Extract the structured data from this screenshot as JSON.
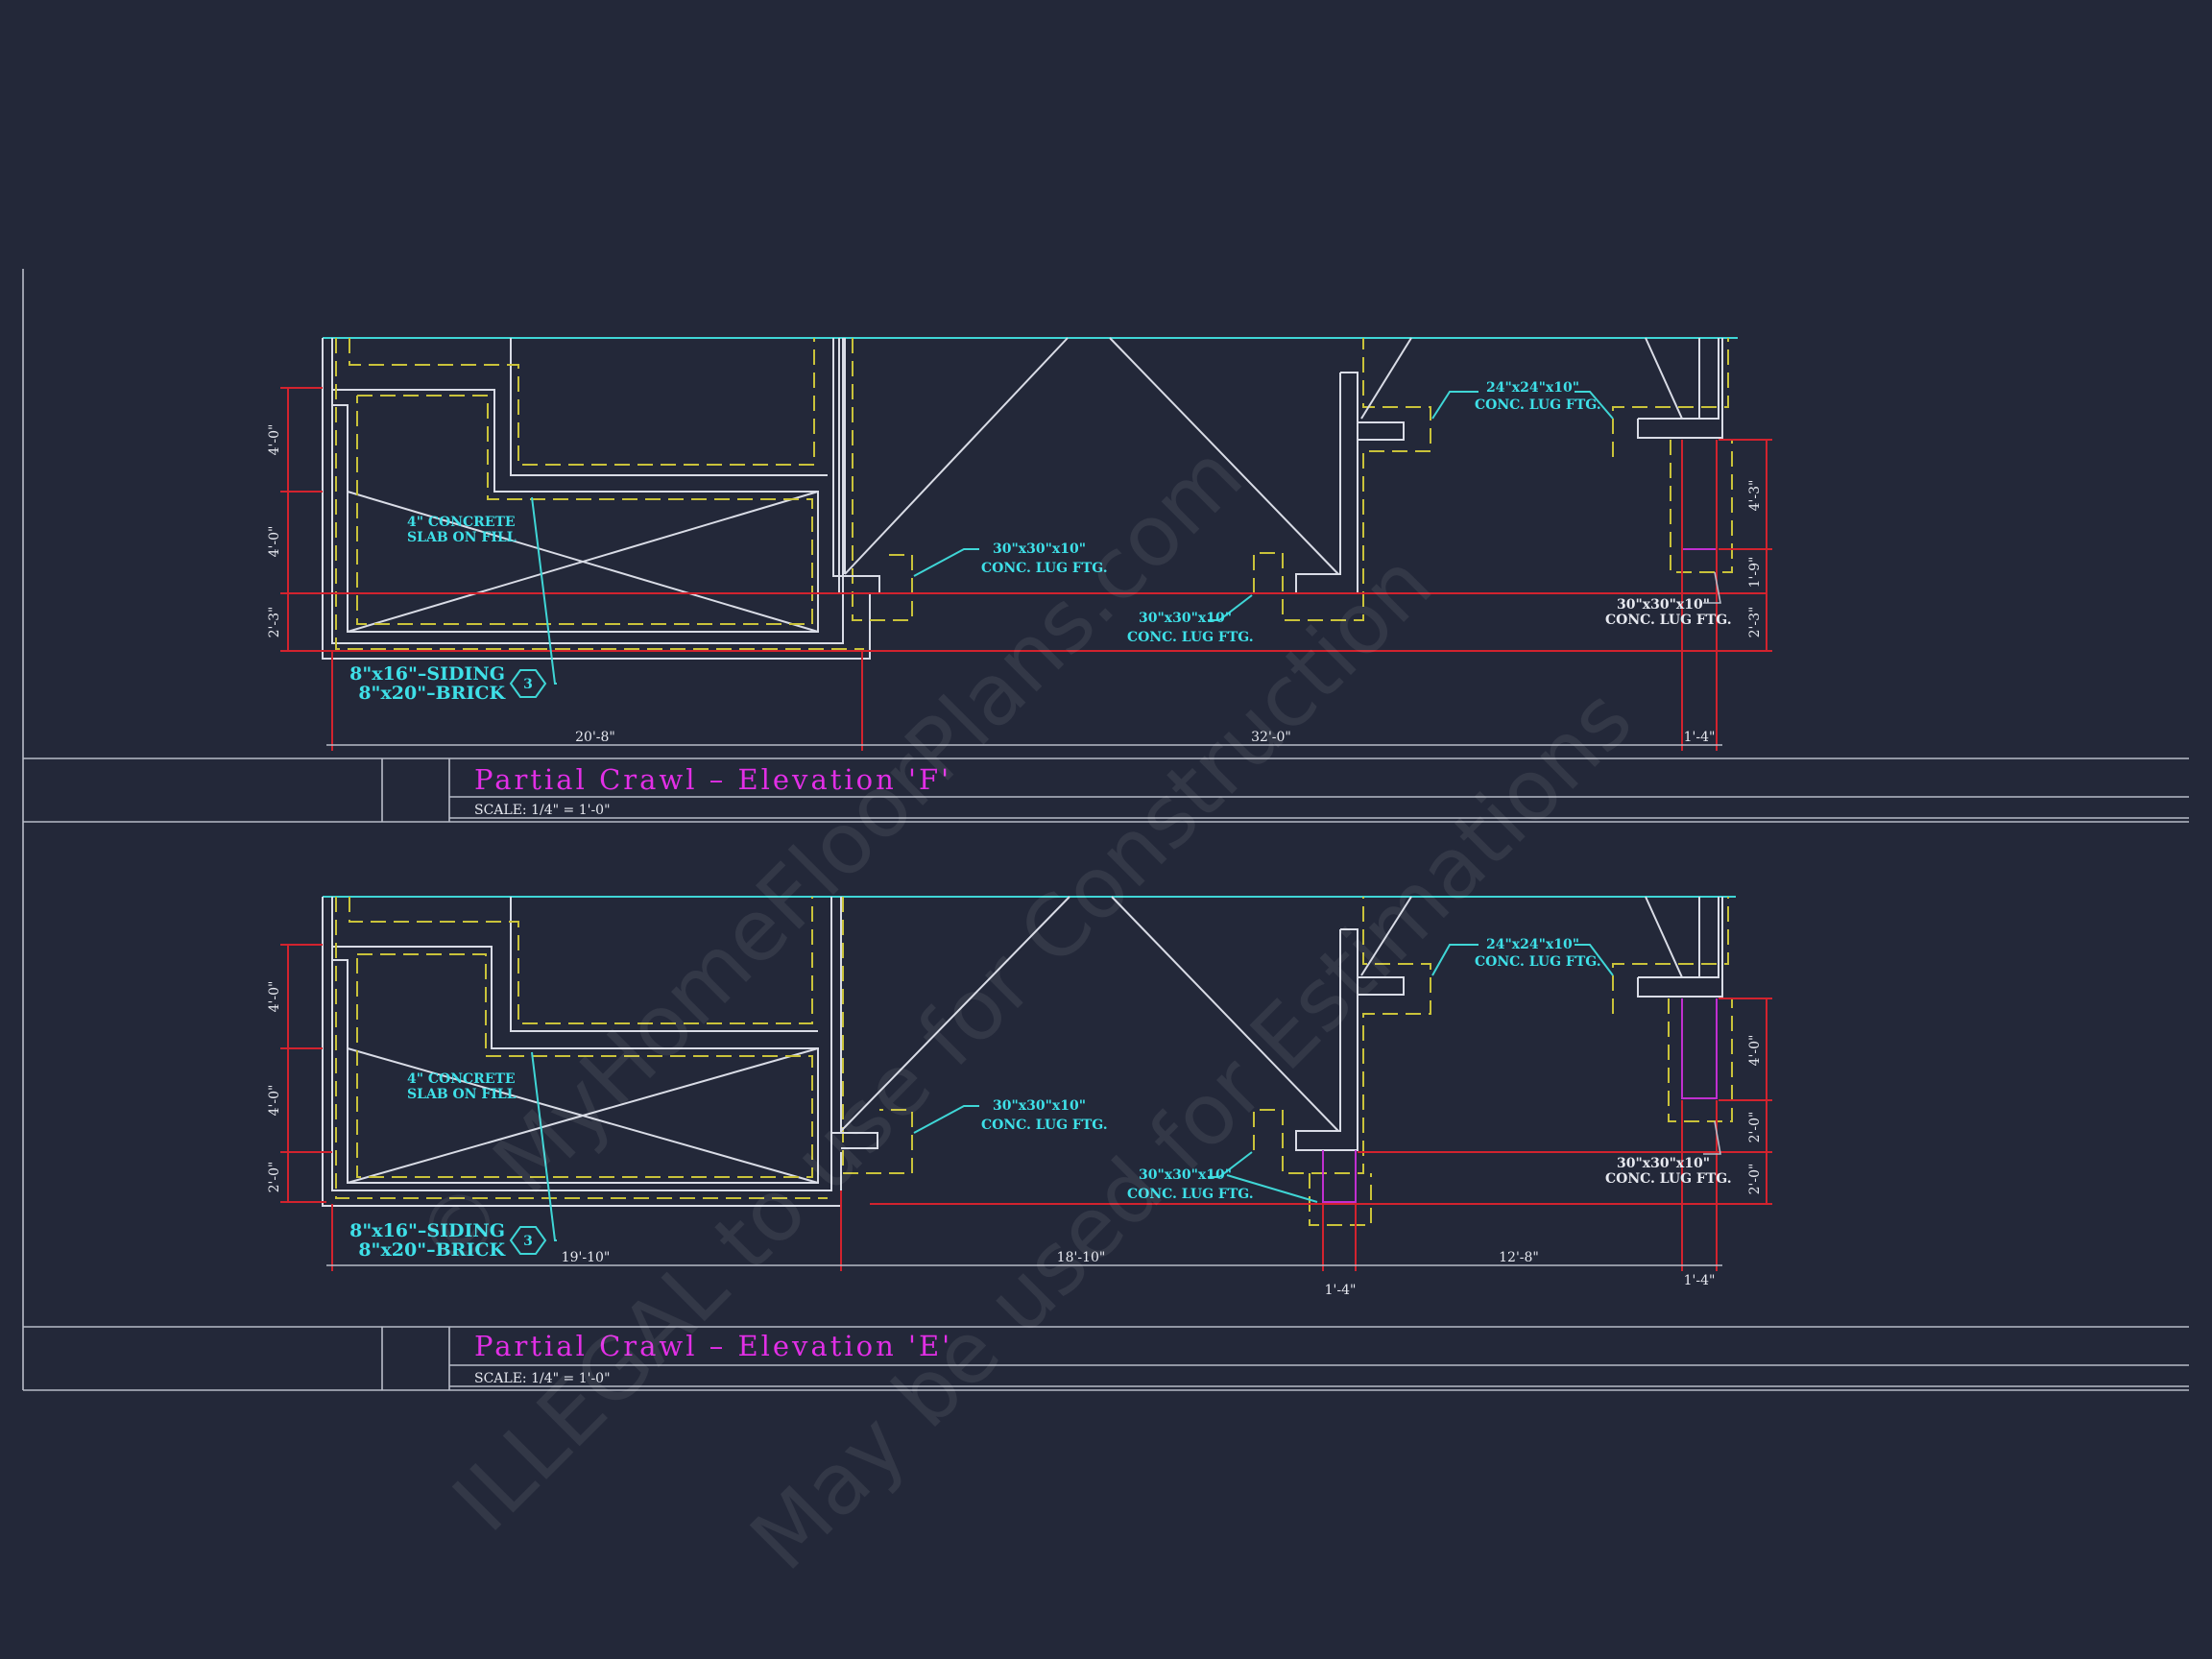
{
  "elevation_f": {
    "title": "Partial Crawl  –  Elevation 'F'",
    "scale": "SCALE: 1/4\" = 1'-0\"",
    "slab_line1": "4\" CONCRETE",
    "slab_line2": "SLAB ON FILL",
    "siding": "8\"x16\"–SIDING",
    "brick": "8\"x20\"–BRICK",
    "tag": "3",
    "footing_30_line1": "30\"x30\"x10\"",
    "footing_30_line2": "CONC. LUG FTG.",
    "footing_24_line1": "24\"x24\"x10\"",
    "footing_24_line2": "CONC. LUG FTG.",
    "dims_bottom": [
      "20'-8\"",
      "32'-0\"",
      "1'-4\""
    ],
    "dims_left": [
      "4'-0\"",
      "4'-0\"",
      "2'-3\""
    ],
    "dims_right": [
      "4'-3\"",
      "1'-9\"",
      "2'-3\""
    ]
  },
  "elevation_e": {
    "title": "Partial Crawl  –  Elevation 'E'",
    "scale": "SCALE: 1/4\" = 1'-0\"",
    "slab_line1": "4\" CONCRETE",
    "slab_line2": "SLAB ON FILL",
    "siding": "8\"x16\"–SIDING",
    "brick": "8\"x20\"–BRICK",
    "tag": "3",
    "footing_30_line1": "30\"x30\"x10\"",
    "footing_30_line2": "CONC. LUG FTG.",
    "footing_24_line1": "24\"x24\"x10\"",
    "footing_24_line2": "CONC. LUG FTG.",
    "dims_bottom": [
      "19'-10\"",
      "18'-10\"",
      "12'-8\"",
      "1'-4\"",
      "1'-4\""
    ],
    "dims_left": [
      "4'-0\"",
      "4'-0\"",
      "2'-0\""
    ],
    "dims_right": [
      "4'-0\"",
      "2'-0\"",
      "2'-0\""
    ]
  },
  "watermark": {
    "line1": "© MyHomeFloorPlans.com",
    "line2": "ILLEGAL to use for Construction",
    "line3": "May be used for Estimations"
  },
  "colors": {
    "background": "#232839",
    "title": "#e22fe6",
    "label": "#3ee0e8",
    "dimension_line": "#d2232e",
    "footing_hidden_line": "#c9c23a",
    "wall": "#d9dce6"
  }
}
